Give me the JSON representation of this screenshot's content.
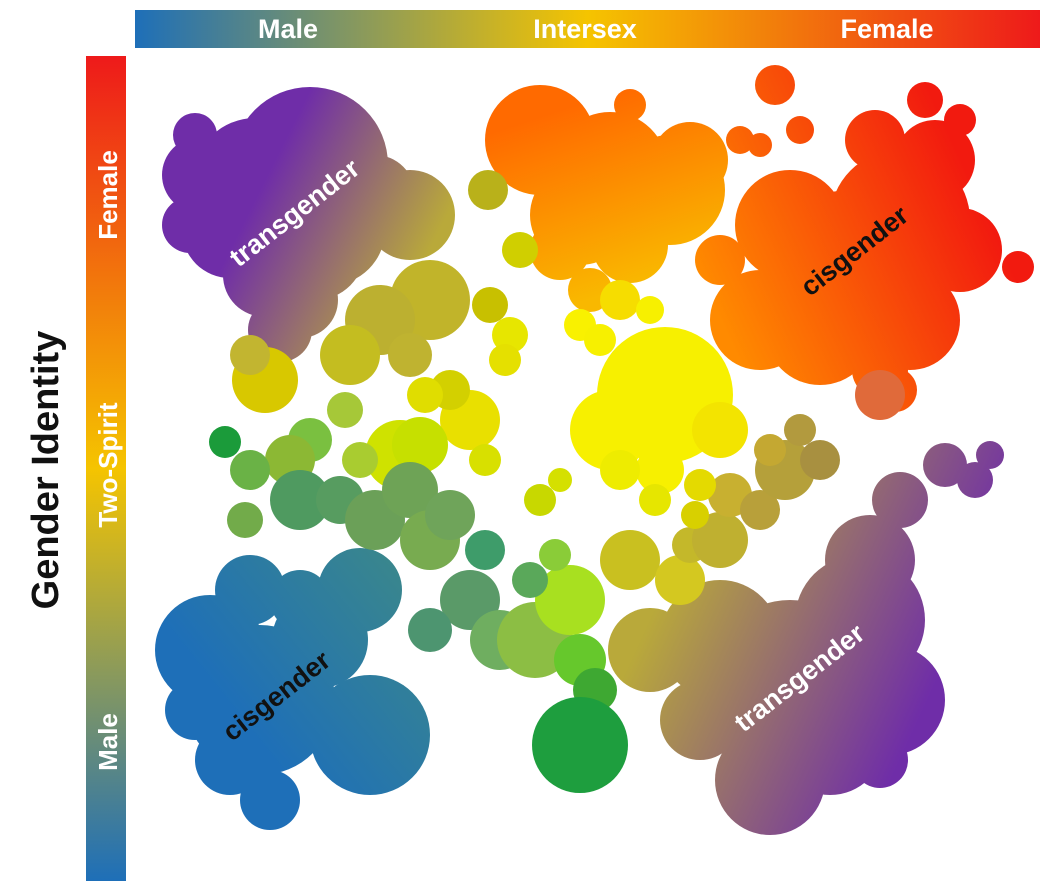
{
  "top_scale": {
    "labels": [
      "Male",
      "Intersex",
      "Female"
    ],
    "colors": [
      "#1e6fb8",
      "#f5c400",
      "#ee1a1a"
    ]
  },
  "left_scale": {
    "labels": [
      "Female",
      "Two-Spirit",
      "Male"
    ],
    "colors": [
      "#ee1a1a",
      "#f5c400",
      "#1e6fb8"
    ]
  },
  "axis_title": "Gender Identity",
  "clusters": [
    {
      "label": "transgender",
      "text_color": "#ffffff",
      "color": "#6f2da8"
    },
    {
      "label": "cisgender",
      "text_color": "#111111",
      "color": "#f21a0f"
    },
    {
      "label": "cisgender",
      "text_color": "#111111",
      "color": "#1e6fb8"
    },
    {
      "label": "transgender",
      "text_color": "#ffffff",
      "color": "#6f2da8"
    }
  ],
  "palette": {
    "purple": "#6f2da8",
    "blue": "#1e6fb8",
    "teal": "#3e8a86",
    "green": "#1e9e3e",
    "lime": "#b7e22a",
    "yellow": "#f7f000",
    "olive": "#b9a93a",
    "orange": "#ff8a00",
    "red": "#f21a0f"
  }
}
